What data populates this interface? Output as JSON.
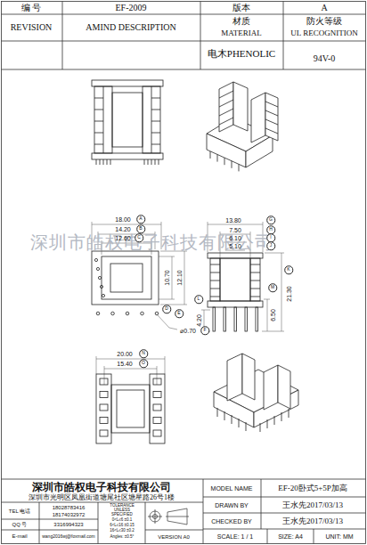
{
  "diagram": {
    "labels": [
      "编 号",
      "EF-2009",
      "版本",
      "A",
      "REVISION",
      "AMIND DESCRIPTION",
      "材质",
      "MATERIAL",
      "防火等级",
      "UL RECOGNITION",
      "电木PHENOLIC",
      "94V-0",
      "18.00",
      "A",
      "14.20",
      "B",
      "12.60",
      "C",
      "10.70",
      "D",
      "12.10",
      "E",
      "⌀0.70",
      "F",
      "13.80",
      "G",
      "7.50",
      "H",
      "6.10",
      "I",
      "5.10",
      "J",
      "21.30",
      "K",
      "4.20",
      "L",
      "6.50",
      "M",
      "20.00",
      "N",
      "15.40",
      "O",
      "深圳市皓权电子科技有限公司",
      "深圳市皓权电子科技有限公司",
      "深圳市光明区凤凰街道塘尾社区塘星路26号1楼",
      "TEL 电话",
      "18028783416",
      "18174032972",
      "QQ 号",
      "3316994323",
      "E-mail",
      "wang2016wj@foxmail.com",
      "TOLERANCE",
      "UNLESS",
      "SPECIFIED",
      "0<L≤6 ±0.1",
      "6<L≤16 ±0.15",
      "16<L≤30 ±0.2",
      "Angles: ±0.5°",
      "VERSION A0",
      "MODEL NAME",
      "EF-20卧式5+5P加高",
      "DRAWN BY",
      "王水先2017/03/13",
      "CHECKED BY",
      "王水先2017/03/13",
      "SCALE: 1 / 1",
      "SIZE: A4",
      "UNIT: MM"
    ]
  }
}
